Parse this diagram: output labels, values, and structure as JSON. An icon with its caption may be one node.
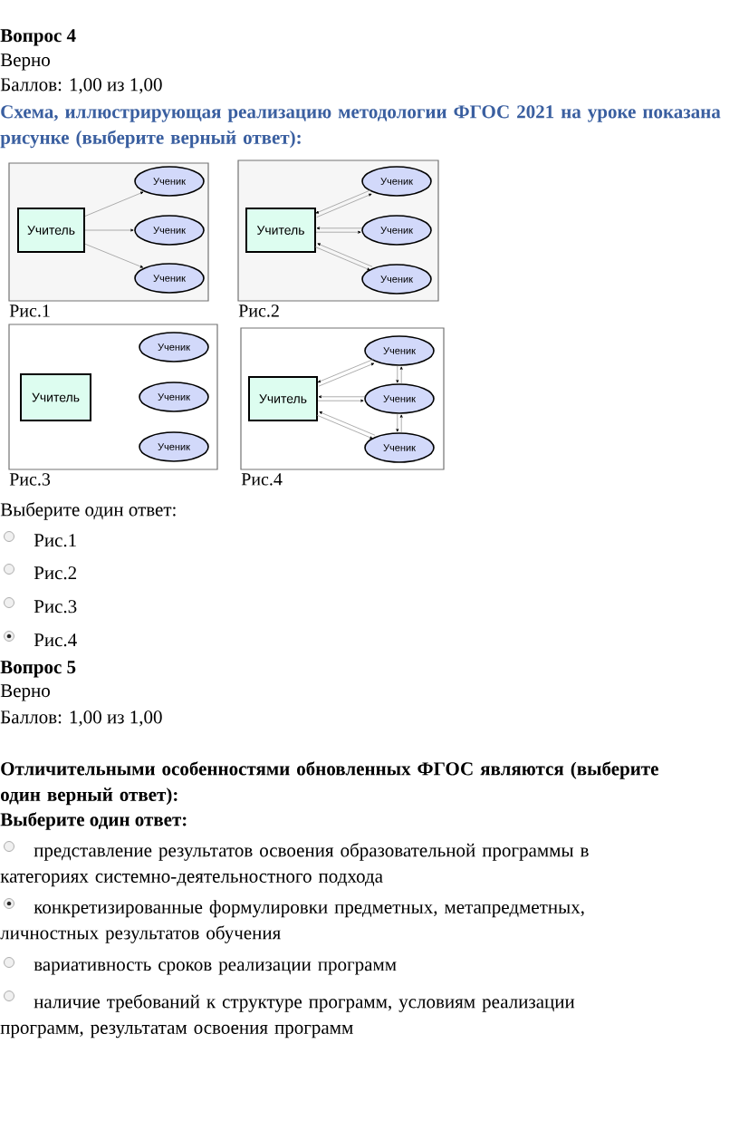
{
  "diagram": {
    "nodes": [
      {
        "text": [],
        "shape": "box",
        "beside": [
          "Рис.1"
        ]
      },
      {
        "text": [
          "Учитель"
        ],
        "in": 0
      },
      {
        "text": [
          "Ученик"
        ],
        "in": 0
      },
      {
        "text": [
          "Ученик"
        ],
        "in": 0
      },
      {
        "text": [
          "Ученик"
        ],
        "in": 0
      },
      {
        "text": [],
        "shape": "box",
        "beside": [
          "Рис.2"
        ]
      },
      {
        "text": [
          "Учитель"
        ],
        "in": 5
      },
      {
        "text": [
          "Ученик"
        ],
        "in": 5
      },
      {
        "text": [
          "Ученик"
        ],
        "in": 5
      },
      {
        "text": [
          "Ученик"
        ],
        "in": 5
      },
      {
        "text": [],
        "shape": "box",
        "beside": [
          "Рис.3"
        ]
      },
      {
        "text": [
          "Учитель"
        ],
        "in": 10
      },
      {
        "text": [
          "Ученик"
        ],
        "in": 10
      },
      {
        "text": [
          "Ученик"
        ],
        "in": 10
      },
      {
        "text": [
          "Ученик"
        ],
        "in": 10
      },
      {
        "text": [],
        "shape": "box",
        "beside": [
          "Рис.4"
        ]
      },
      {
        "text": [
          "Учитель"
        ],
        "in": 15
      },
      {
        "text": [
          "Ученик"
        ],
        "in": 15
      },
      {
        "text": [
          "Ученик"
        ],
        "in": 15
      },
      {
        "text": [
          "Ученик"
        ],
        "in": 15
      }
    ],
    "edges": [
      {
        "from": 1,
        "to": 2,
        "arrow": "to"
      },
      {
        "from": 1,
        "to": 3,
        "arrow": "to"
      },
      {
        "from": 1,
        "to": 4,
        "arrow": "to"
      },
      {
        "from": 6,
        "to": 7,
        "arrow": "to"
      },
      {
        "from": 7,
        "to": 6,
        "arrow": "to"
      },
      {
        "from": 6,
        "to": 8,
        "arrow": "to"
      },
      {
        "from": 8,
        "to": 6,
        "arrow": "to"
      },
      {
        "from": 6,
        "to": 9,
        "arrow": "to"
      },
      {
        "from": 9,
        "to": 6,
        "arrow": "to"
      },
      {
        "from": 16,
        "to": 17,
        "arrow": "to"
      },
      {
        "from": 17,
        "to": 16,
        "arrow": "to"
      },
      {
        "from": 16,
        "to": 18,
        "arrow": "to"
      },
      {
        "from": 18,
        "to": 16,
        "arrow": "to"
      },
      {
        "from": 16,
        "to": 19,
        "arrow": "to"
      },
      {
        "from": 19,
        "to": 16,
        "arrow": "to"
      },
      {
        "from": 17,
        "to": 18,
        "arrow": "to"
      },
      {
        "from": 18,
        "to": 17,
        "arrow": "to"
      },
      {
        "from": 18,
        "to": 19,
        "arrow": "to"
      },
      {
        "from": 19,
        "to": 18,
        "arrow": "to"
      }
    ],
    "labels": [
      "Вопрос 4",
      "Верно",
      "Баллов: 1,00 из 1,00",
      "Схема, иллюстрирующая реализацию методологии ФГОС 2021 на уроке показана рисунке (выберите верный ответ):",
      "Выберите один ответ:",
      "Рис.1",
      "Рис.2",
      "Рис.3",
      "Рис.4",
      "Вопрос 5",
      "Верно",
      "Баллов: 1,00 из 1,00",
      "Отличительными особенностями обновленных ФГОС являются (выберите один верный ответ):",
      "Выберите один ответ:",
      "представление результатов освоения образовательной программы в категориях системно-деятельностного подхода",
      "конкретизированные формулировки предметных, метапредметных, личностных результатов обучения",
      "вариативность сроков реализации программ",
      "наличие требований к структуре программ, условиям реализации программ, результатам освоения программ"
    ]
  }
}
